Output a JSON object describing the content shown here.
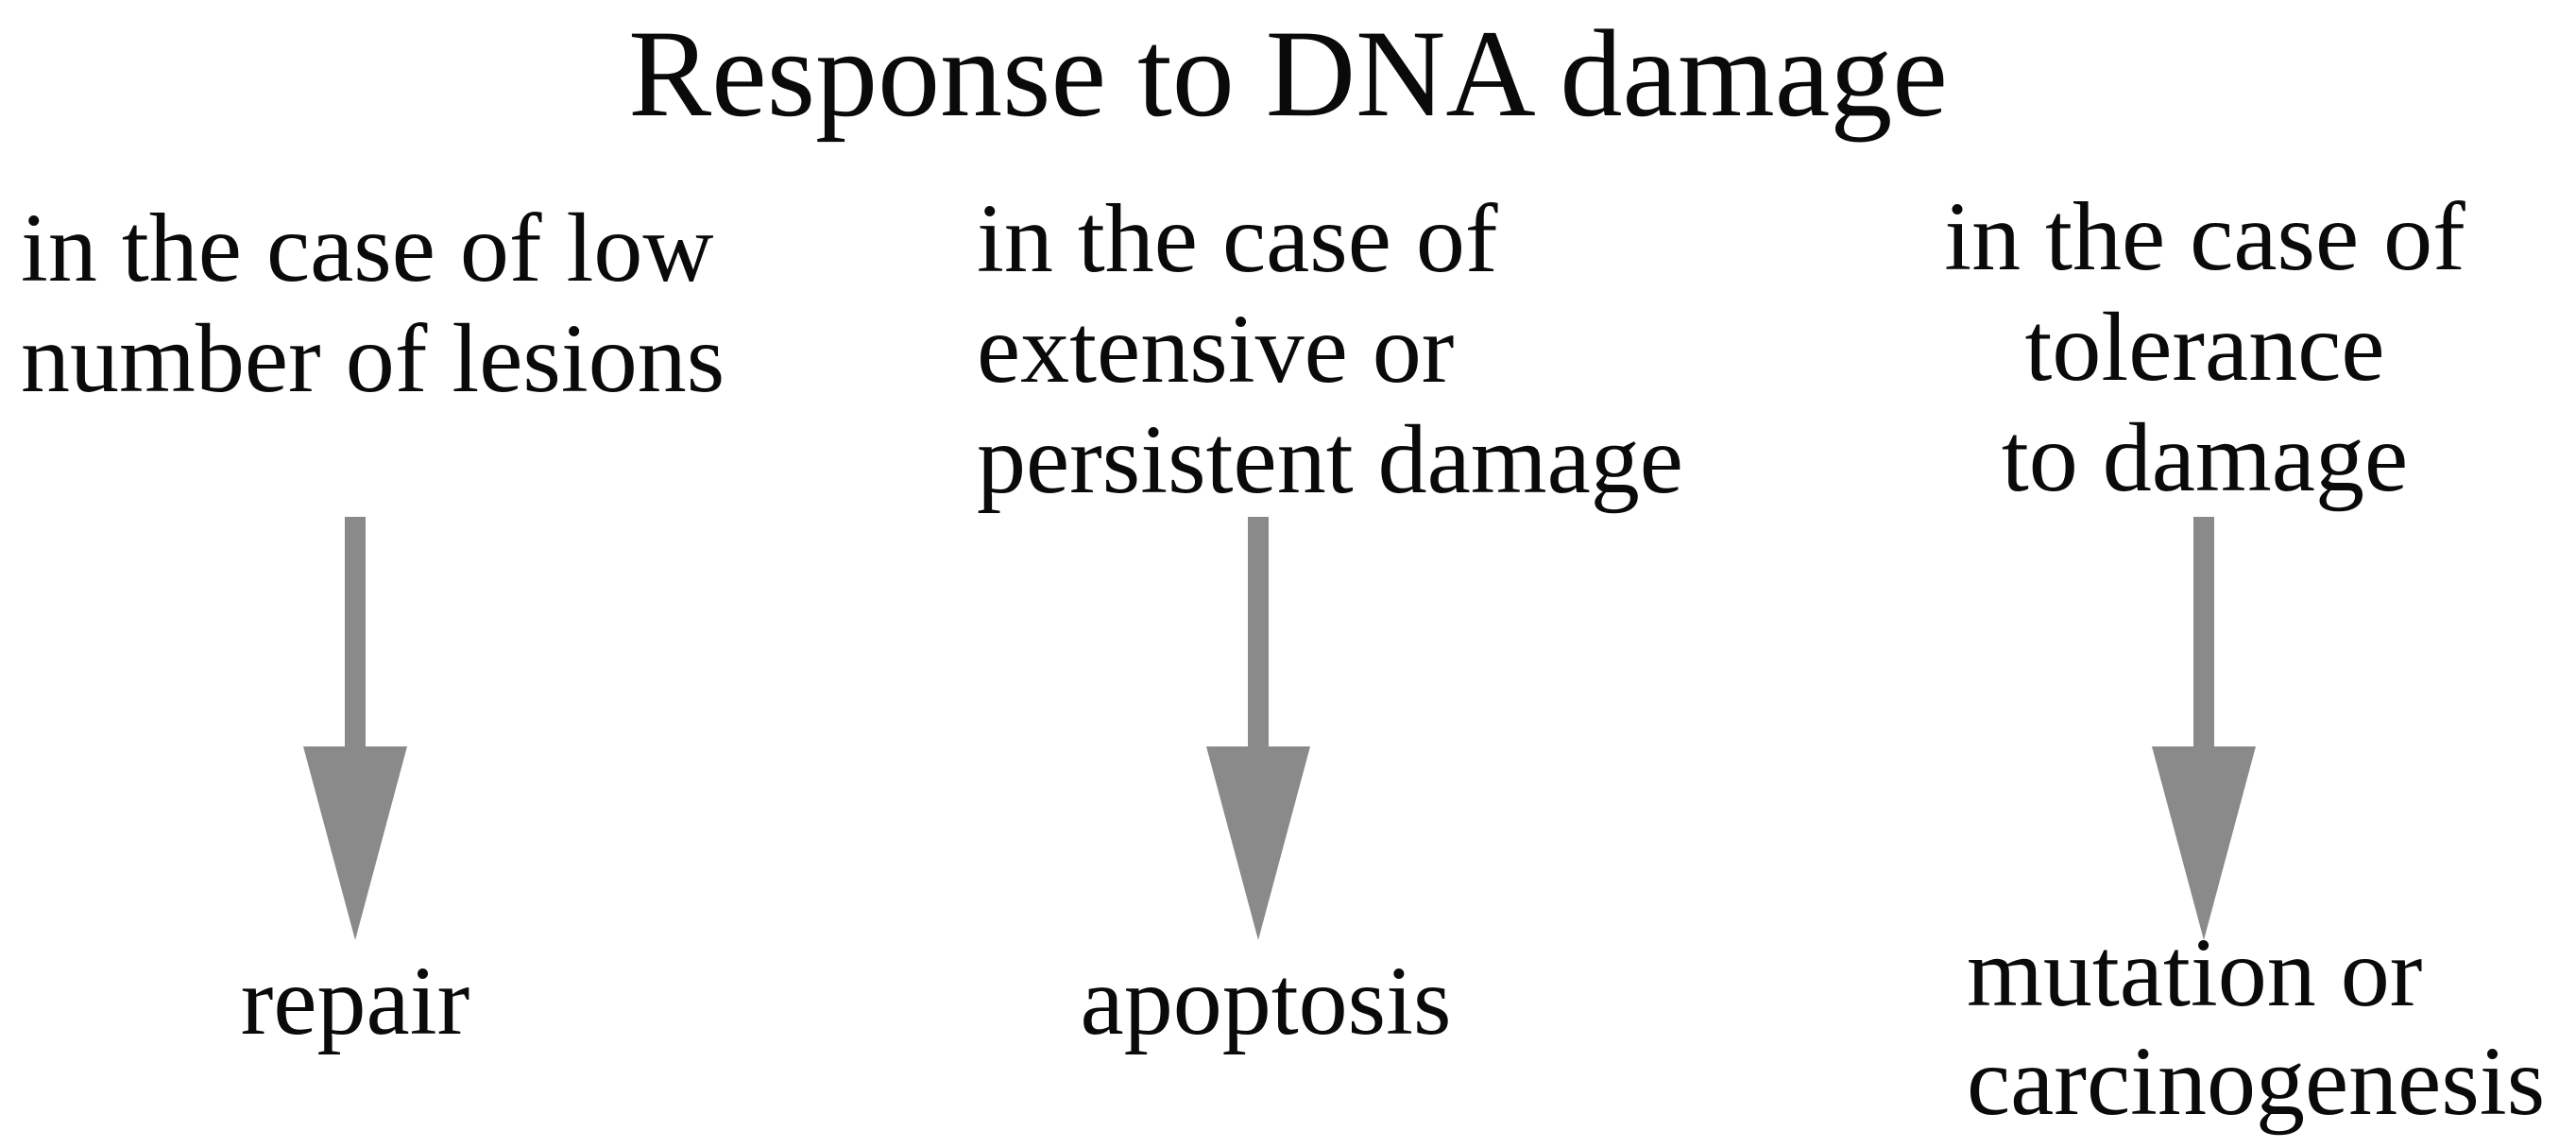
{
  "title": "Response to DNA damage",
  "arrow": {
    "color": "#8a8a8a",
    "direction": "down"
  },
  "colors": {
    "background": "#ffffff",
    "text": "#0a0a0a"
  },
  "columns": [
    {
      "condition_lines": [
        "in the case of low",
        "number of lesions"
      ],
      "outcome_lines": [
        "repair"
      ]
    },
    {
      "condition_lines": [
        "in the case of",
        "extensive or",
        "persistent damage"
      ],
      "outcome_lines": [
        "apoptosis"
      ]
    },
    {
      "condition_lines": [
        "in the case of",
        "tolerance",
        "to damage"
      ],
      "outcome_lines": [
        "mutation or",
        "carcinogenesis"
      ]
    }
  ]
}
